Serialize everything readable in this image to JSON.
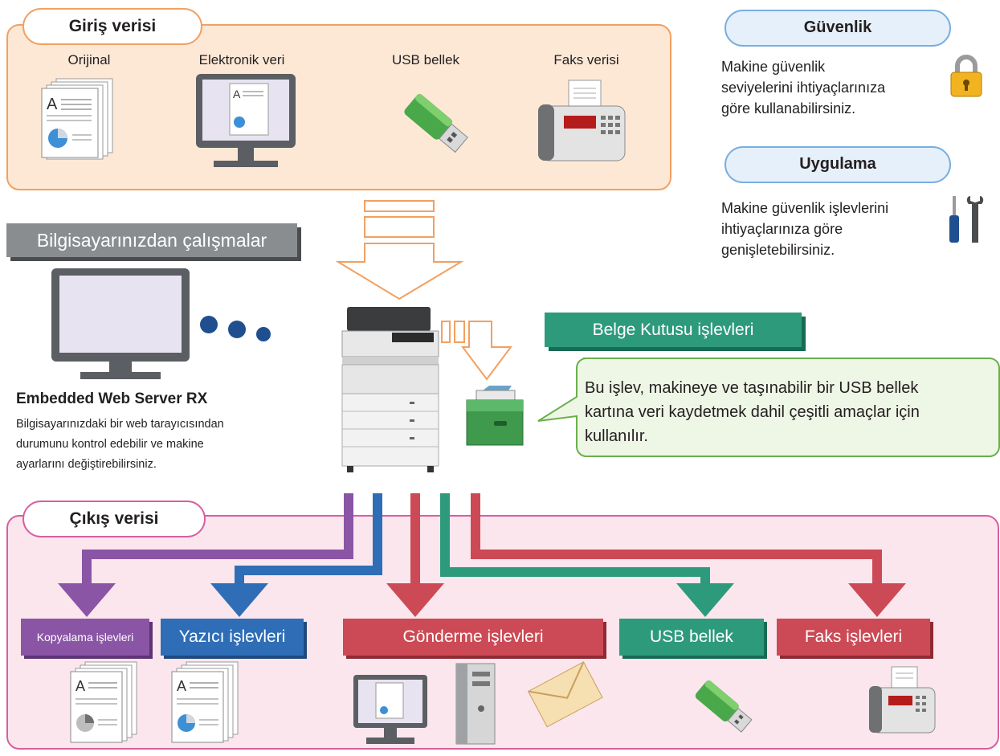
{
  "input": {
    "title": "Giriş verisi",
    "items": [
      "Orijinal",
      "Elektronik veri",
      "USB bellek",
      "Faks verisi"
    ]
  },
  "security": {
    "title": "Güvenlik",
    "text_lines": [
      "Makine güvenlik",
      "seviyelerini ihtiyaçlarınıza",
      "göre kullanabilirsiniz."
    ]
  },
  "application": {
    "title": "Uygulama",
    "text_lines": [
      "Makine güvenlik işlevlerini",
      "ihtiyaçlarınıza göre",
      "genişletebilirsiniz."
    ]
  },
  "pc_works": {
    "label": "Bilgisayarınızdan çalışmalar"
  },
  "ews": {
    "title": "Embedded Web Server RX",
    "text_lines": [
      "Bilgisayarınızdaki bir web tarayıcısından",
      "durumunu kontrol edebilir ve makine",
      "ayarlarını değiştirebilirsiniz."
    ]
  },
  "document_box": {
    "label": "Belge Kutusu işlevleri",
    "callout_lines": [
      "Bu işlev, makineye ve taşınabilir bir USB bellek",
      "kartına veri kaydetmek dahil çeşitli amaçlar için",
      "kullanılır."
    ]
  },
  "output": {
    "title": "Çıkış verisi",
    "functions": [
      "Kopyalama işlevleri",
      "Yazıcı işlevleri",
      "Gönderme işlevleri",
      "USB bellek",
      "Faks işlevleri"
    ]
  },
  "colors": {
    "input_border": "#f2a061",
    "input_fill": "#fde8d6",
    "output_border": "#d660a0",
    "output_fill": "#fbe6ee",
    "copy": "#8b55a6",
    "print": "#2f6eb7",
    "send": "#cc4a55",
    "usb": "#2e9a7c",
    "fax": "#cc4a55",
    "info_border": "#79aee0",
    "grey_label": "#8a8d90"
  }
}
